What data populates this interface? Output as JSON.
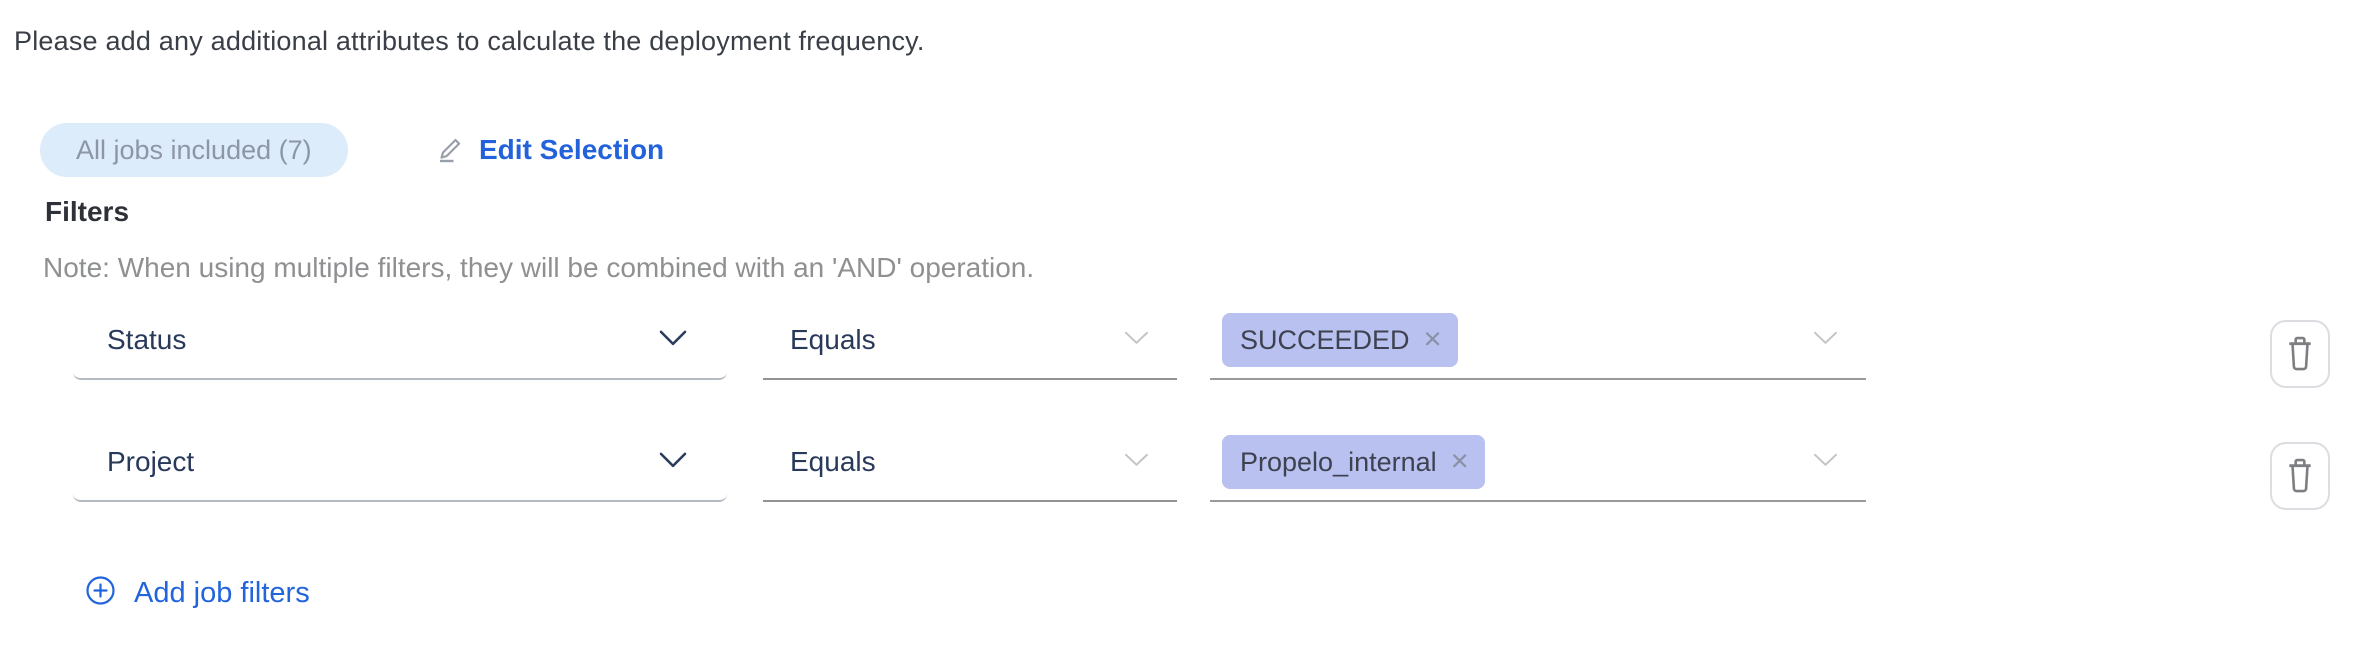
{
  "instruction": "Please add any additional attributes to calculate the deployment frequency.",
  "jobs_summary": {
    "badge_label": "All jobs included (7)",
    "edit_button_label": "Edit Selection"
  },
  "filters": {
    "heading": "Filters",
    "note": "Note: When using multiple filters, they will be combined with an 'AND' operation.",
    "rows": [
      {
        "attribute": "Status",
        "operator": "Equals",
        "values": [
          {
            "label": "SUCCEEDED",
            "remove_glyph": "×"
          }
        ]
      },
      {
        "attribute": "Project",
        "operator": "Equals",
        "values": [
          {
            "label": "Propelo_internal",
            "remove_glyph": "×"
          }
        ]
      }
    ],
    "add_button_label": "Add job filters"
  },
  "icons": {
    "edit": "pencil-icon",
    "delete": "trash-icon",
    "add": "plus-circle-icon",
    "dropdown": "chevron-down-icon"
  },
  "colors": {
    "link_blue": "#2262db",
    "badge_bg": "#dcecfa",
    "badge_text": "#8d96a8",
    "tag_bg": "#b8c1f0",
    "tag_text": "#3e4250",
    "select_text": "#28395a",
    "note_text": "#8f9092",
    "heading_text": "#2e3138",
    "instruction_text": "#3a3e46"
  }
}
